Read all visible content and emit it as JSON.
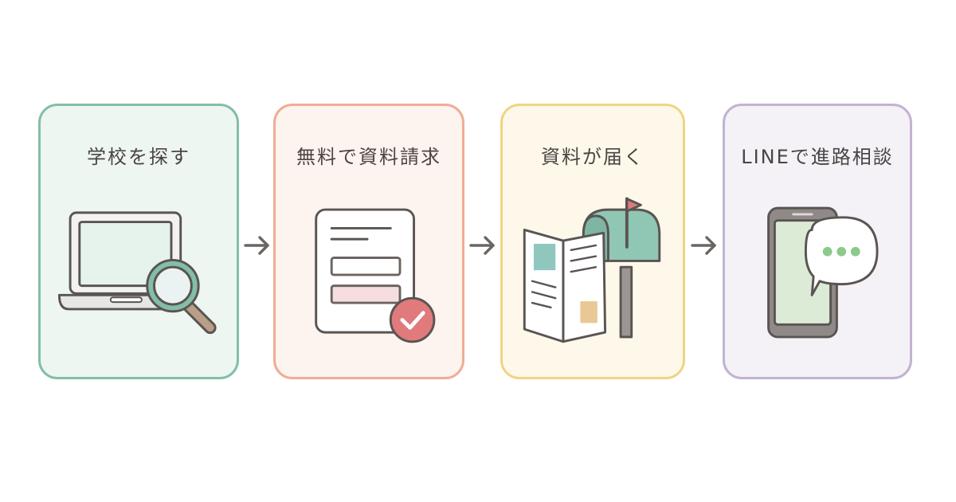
{
  "steps": [
    {
      "title": "学校を探す",
      "color": "#82bfa6",
      "fill": "#eef6f1"
    },
    {
      "title": "無料で資料請求",
      "color": "#f0ac96",
      "fill": "#fdf3ef"
    },
    {
      "title": "資料が届く",
      "color": "#f0d485",
      "fill": "#fdf8ea"
    },
    {
      "title": "LINEで進路相談",
      "color": "#c2b2d2",
      "fill": "#f4f1f7"
    }
  ],
  "icons": [
    "laptop-magnifier-icon",
    "form-check-icon",
    "mailbox-brochure-icon",
    "smartphone-chat-icon"
  ],
  "arrow_color": "#6b6562",
  "outline_color": "#5a5452"
}
